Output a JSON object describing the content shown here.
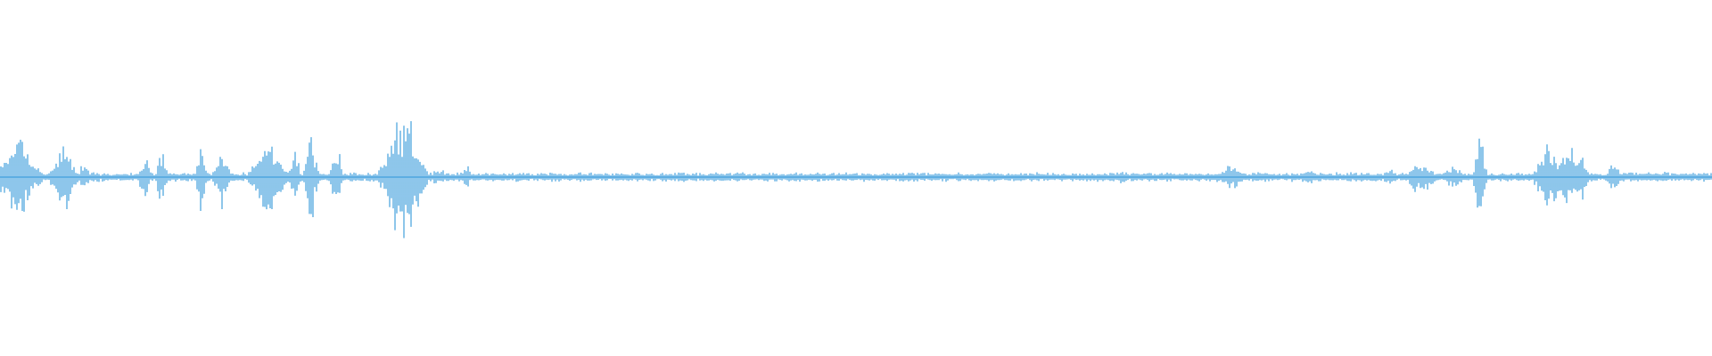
{
  "waveform": {
    "color": "#5dade2",
    "background": "#ffffff",
    "duration_bins": 960,
    "baseline_amplitude": 0.03,
    "bursts": [
      {
        "at": 0.01,
        "amp": 0.3,
        "width": 0.01
      },
      {
        "at": 0.036,
        "amp": 0.27,
        "width": 0.006
      },
      {
        "at": 0.048,
        "amp": 0.08,
        "width": 0.004
      },
      {
        "at": 0.084,
        "amp": 0.16,
        "width": 0.003
      },
      {
        "at": 0.094,
        "amp": 0.2,
        "width": 0.003
      },
      {
        "at": 0.117,
        "amp": 0.37,
        "width": 0.002
      },
      {
        "at": 0.129,
        "amp": 0.2,
        "width": 0.004
      },
      {
        "at": 0.156,
        "amp": 0.32,
        "width": 0.008
      },
      {
        "at": 0.172,
        "amp": 0.16,
        "width": 0.003
      },
      {
        "at": 0.181,
        "amp": 0.38,
        "width": 0.003
      },
      {
        "at": 0.196,
        "amp": 0.26,
        "width": 0.003
      },
      {
        "at": 0.235,
        "amp": 0.47,
        "width": 0.01
      },
      {
        "at": 0.256,
        "amp": 0.06,
        "width": 0.006
      },
      {
        "at": 0.272,
        "amp": 0.08,
        "width": 0.003
      },
      {
        "at": 0.395,
        "amp": 0.04,
        "width": 0.006
      },
      {
        "at": 0.656,
        "amp": 0.05,
        "width": 0.004
      },
      {
        "at": 0.718,
        "amp": 0.09,
        "width": 0.008
      },
      {
        "at": 0.764,
        "amp": 0.06,
        "width": 0.004
      },
      {
        "at": 0.812,
        "amp": 0.05,
        "width": 0.004
      },
      {
        "at": 0.829,
        "amp": 0.12,
        "width": 0.008
      },
      {
        "at": 0.849,
        "amp": 0.08,
        "width": 0.006
      },
      {
        "at": 0.864,
        "amp": 0.3,
        "width": 0.003
      },
      {
        "at": 0.905,
        "amp": 0.24,
        "width": 0.008
      },
      {
        "at": 0.916,
        "amp": 0.22,
        "width": 0.006
      },
      {
        "at": 0.924,
        "amp": 0.16,
        "width": 0.003
      },
      {
        "at": 0.942,
        "amp": 0.1,
        "width": 0.004
      },
      {
        "at": 0.972,
        "amp": 0.04,
        "width": 0.004
      }
    ]
  }
}
